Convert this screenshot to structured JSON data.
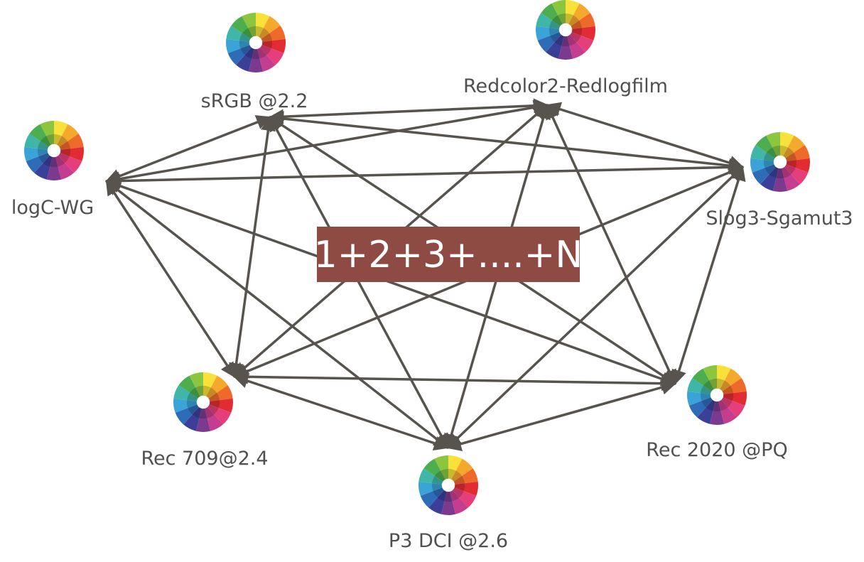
{
  "center_formula": "1+2+3+....+N",
  "colors": {
    "arrow": "#57534e",
    "label": "#505050",
    "center_box": "#8e4b44",
    "center_text": "#ffffff",
    "wheel_segments": [
      "#f7e13a",
      "#f4a82c",
      "#ee6a2a",
      "#e22c33",
      "#e43f7a",
      "#c53d8f",
      "#7b3a8e",
      "#3c3f98",
      "#2e6cb7",
      "#3aa3d8",
      "#3fb6a8",
      "#4cae4f",
      "#8cc63f"
    ]
  },
  "nodes": [
    {
      "id": "srgb",
      "label": "sRGB @2.2",
      "icon": "color-wheel-icon"
    },
    {
      "id": "redcolor",
      "label": "Redcolor2-Redlogfilm",
      "icon": "color-wheel-icon"
    },
    {
      "id": "logc",
      "label": "logC-WG",
      "icon": "color-wheel-icon"
    },
    {
      "id": "slog3",
      "label": "Slog3-Sgamut3",
      "icon": "color-wheel-icon"
    },
    {
      "id": "rec709",
      "label": "Rec 709@2.4",
      "icon": "color-wheel-icon"
    },
    {
      "id": "rec2020",
      "label": "Rec 2020 @PQ",
      "icon": "color-wheel-icon"
    },
    {
      "id": "p3",
      "label": "P3 DCI @2.6",
      "icon": "color-wheel-icon"
    }
  ],
  "edges": [
    {
      "from": "srgb",
      "to": "redcolor",
      "bidirectional": true
    },
    {
      "from": "srgb",
      "to": "logc",
      "bidirectional": true
    },
    {
      "from": "srgb",
      "to": "slog3",
      "bidirectional": true
    },
    {
      "from": "srgb",
      "to": "rec709",
      "bidirectional": true
    },
    {
      "from": "srgb",
      "to": "p3",
      "bidirectional": true
    },
    {
      "from": "srgb",
      "to": "rec2020",
      "bidirectional": true
    },
    {
      "from": "redcolor",
      "to": "logc",
      "bidirectional": true
    },
    {
      "from": "redcolor",
      "to": "slog3",
      "bidirectional": true
    },
    {
      "from": "redcolor",
      "to": "rec709",
      "bidirectional": true
    },
    {
      "from": "redcolor",
      "to": "p3",
      "bidirectional": true
    },
    {
      "from": "redcolor",
      "to": "rec2020",
      "bidirectional": true
    },
    {
      "from": "logc",
      "to": "slog3",
      "bidirectional": true
    },
    {
      "from": "logc",
      "to": "rec709",
      "bidirectional": true
    },
    {
      "from": "logc",
      "to": "p3",
      "bidirectional": true
    },
    {
      "from": "logc",
      "to": "rec2020",
      "bidirectional": true
    },
    {
      "from": "slog3",
      "to": "rec709",
      "bidirectional": true
    },
    {
      "from": "slog3",
      "to": "p3",
      "bidirectional": true
    },
    {
      "from": "slog3",
      "to": "rec2020",
      "bidirectional": true
    },
    {
      "from": "rec709",
      "to": "rec2020",
      "bidirectional": true
    },
    {
      "from": "rec709",
      "to": "p3",
      "bidirectional": true
    },
    {
      "from": "p3",
      "to": "rec2020",
      "bidirectional": true
    }
  ]
}
